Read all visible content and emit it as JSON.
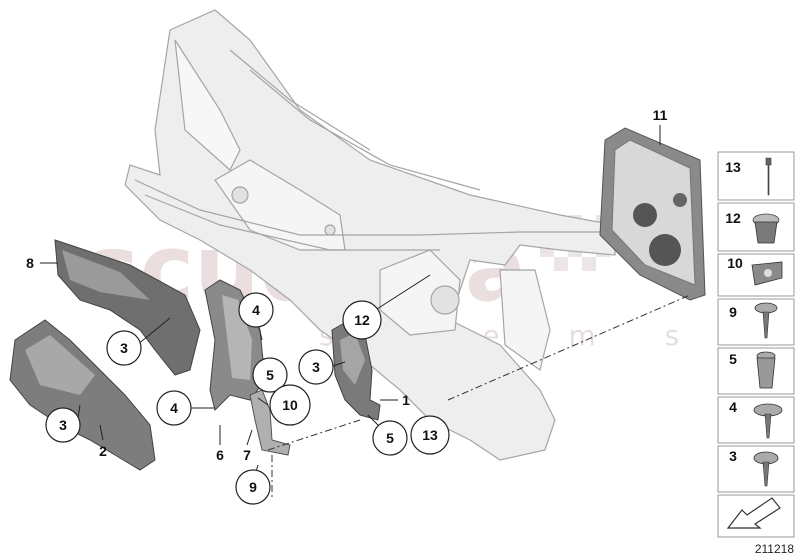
{
  "diagram_id": "211218",
  "watermark": {
    "brand": "scuderia",
    "sub": "s y s t e m s"
  },
  "callouts": {
    "c1": "1",
    "c2": "2",
    "c3a": "3",
    "c3b": "3",
    "c3c": "3",
    "c4a": "4",
    "c4b": "4",
    "c5a": "5",
    "c5b": "5",
    "c6": "6",
    "c7": "7",
    "c8": "8",
    "c9": "9",
    "c10": "10",
    "c11": "11",
    "c12": "12",
    "c13": "13"
  },
  "sidebar_items": [
    "13",
    "12",
    "10",
    "9",
    "5",
    "4",
    "3"
  ],
  "colors": {
    "part": "#e8e8e8",
    "part_edge": "#9a9a9a",
    "dark_part": "#7a7a7a",
    "frame": "#888888"
  }
}
